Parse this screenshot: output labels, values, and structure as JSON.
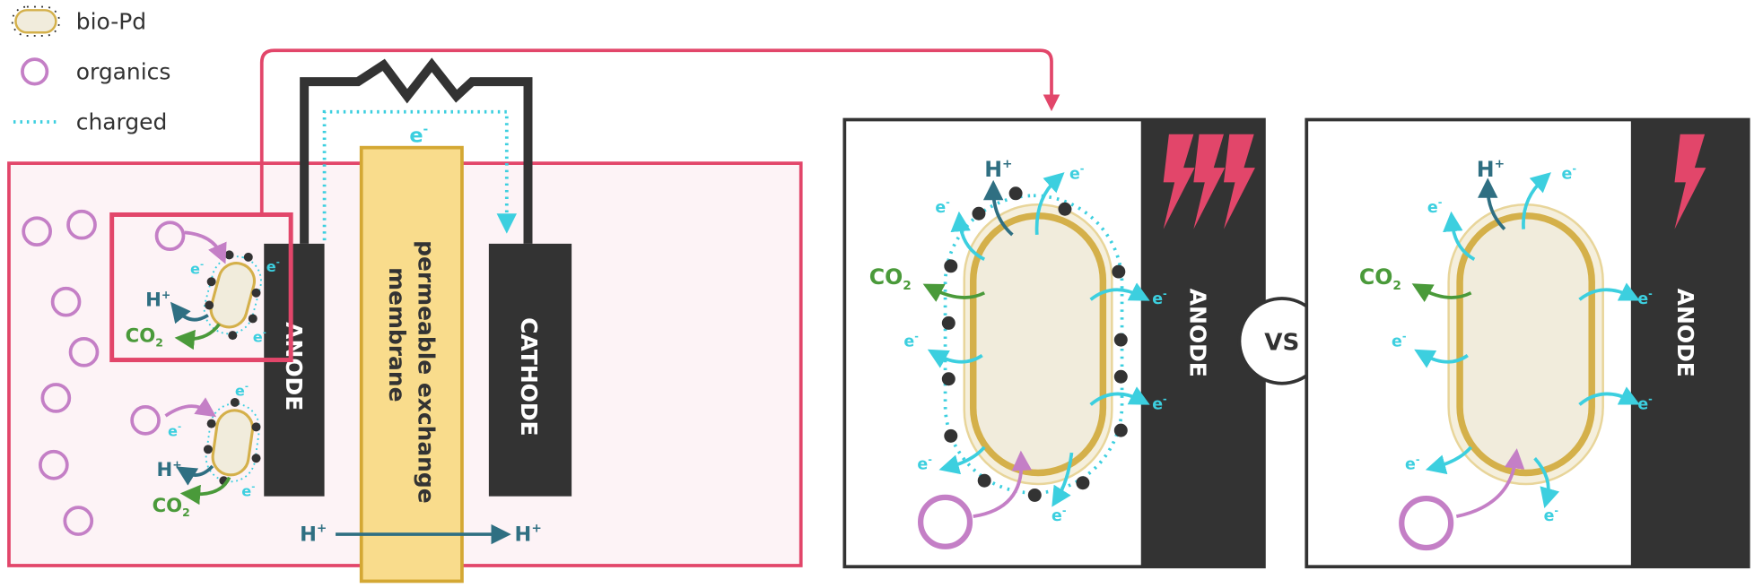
{
  "legend": {
    "bio_pd": "bio-Pd",
    "organics": "organics",
    "charged": "charged"
  },
  "labels": {
    "anode": "ANODE",
    "cathode": "CATHODE",
    "membrane_line1": "permeable exchange",
    "membrane_line2": "membrane",
    "electron": "e",
    "electron_sup": "-",
    "proton": "H",
    "proton_sup": "+",
    "co2": "CO",
    "co2_sub": "2",
    "vs": "VS"
  },
  "colors": {
    "accent_red": "#e2466a",
    "electrode": "#333333",
    "membrane": "#f9dc8c",
    "charged": "#3ccfdf",
    "organics": "#c47fc6",
    "proton": "#2f6f82",
    "co2": "#4a9a3a"
  },
  "panels": [
    {
      "name": "charged-bio-pd",
      "bolts": 3
    },
    {
      "name": "uncharged-bio-pd",
      "bolts": 1
    }
  ]
}
